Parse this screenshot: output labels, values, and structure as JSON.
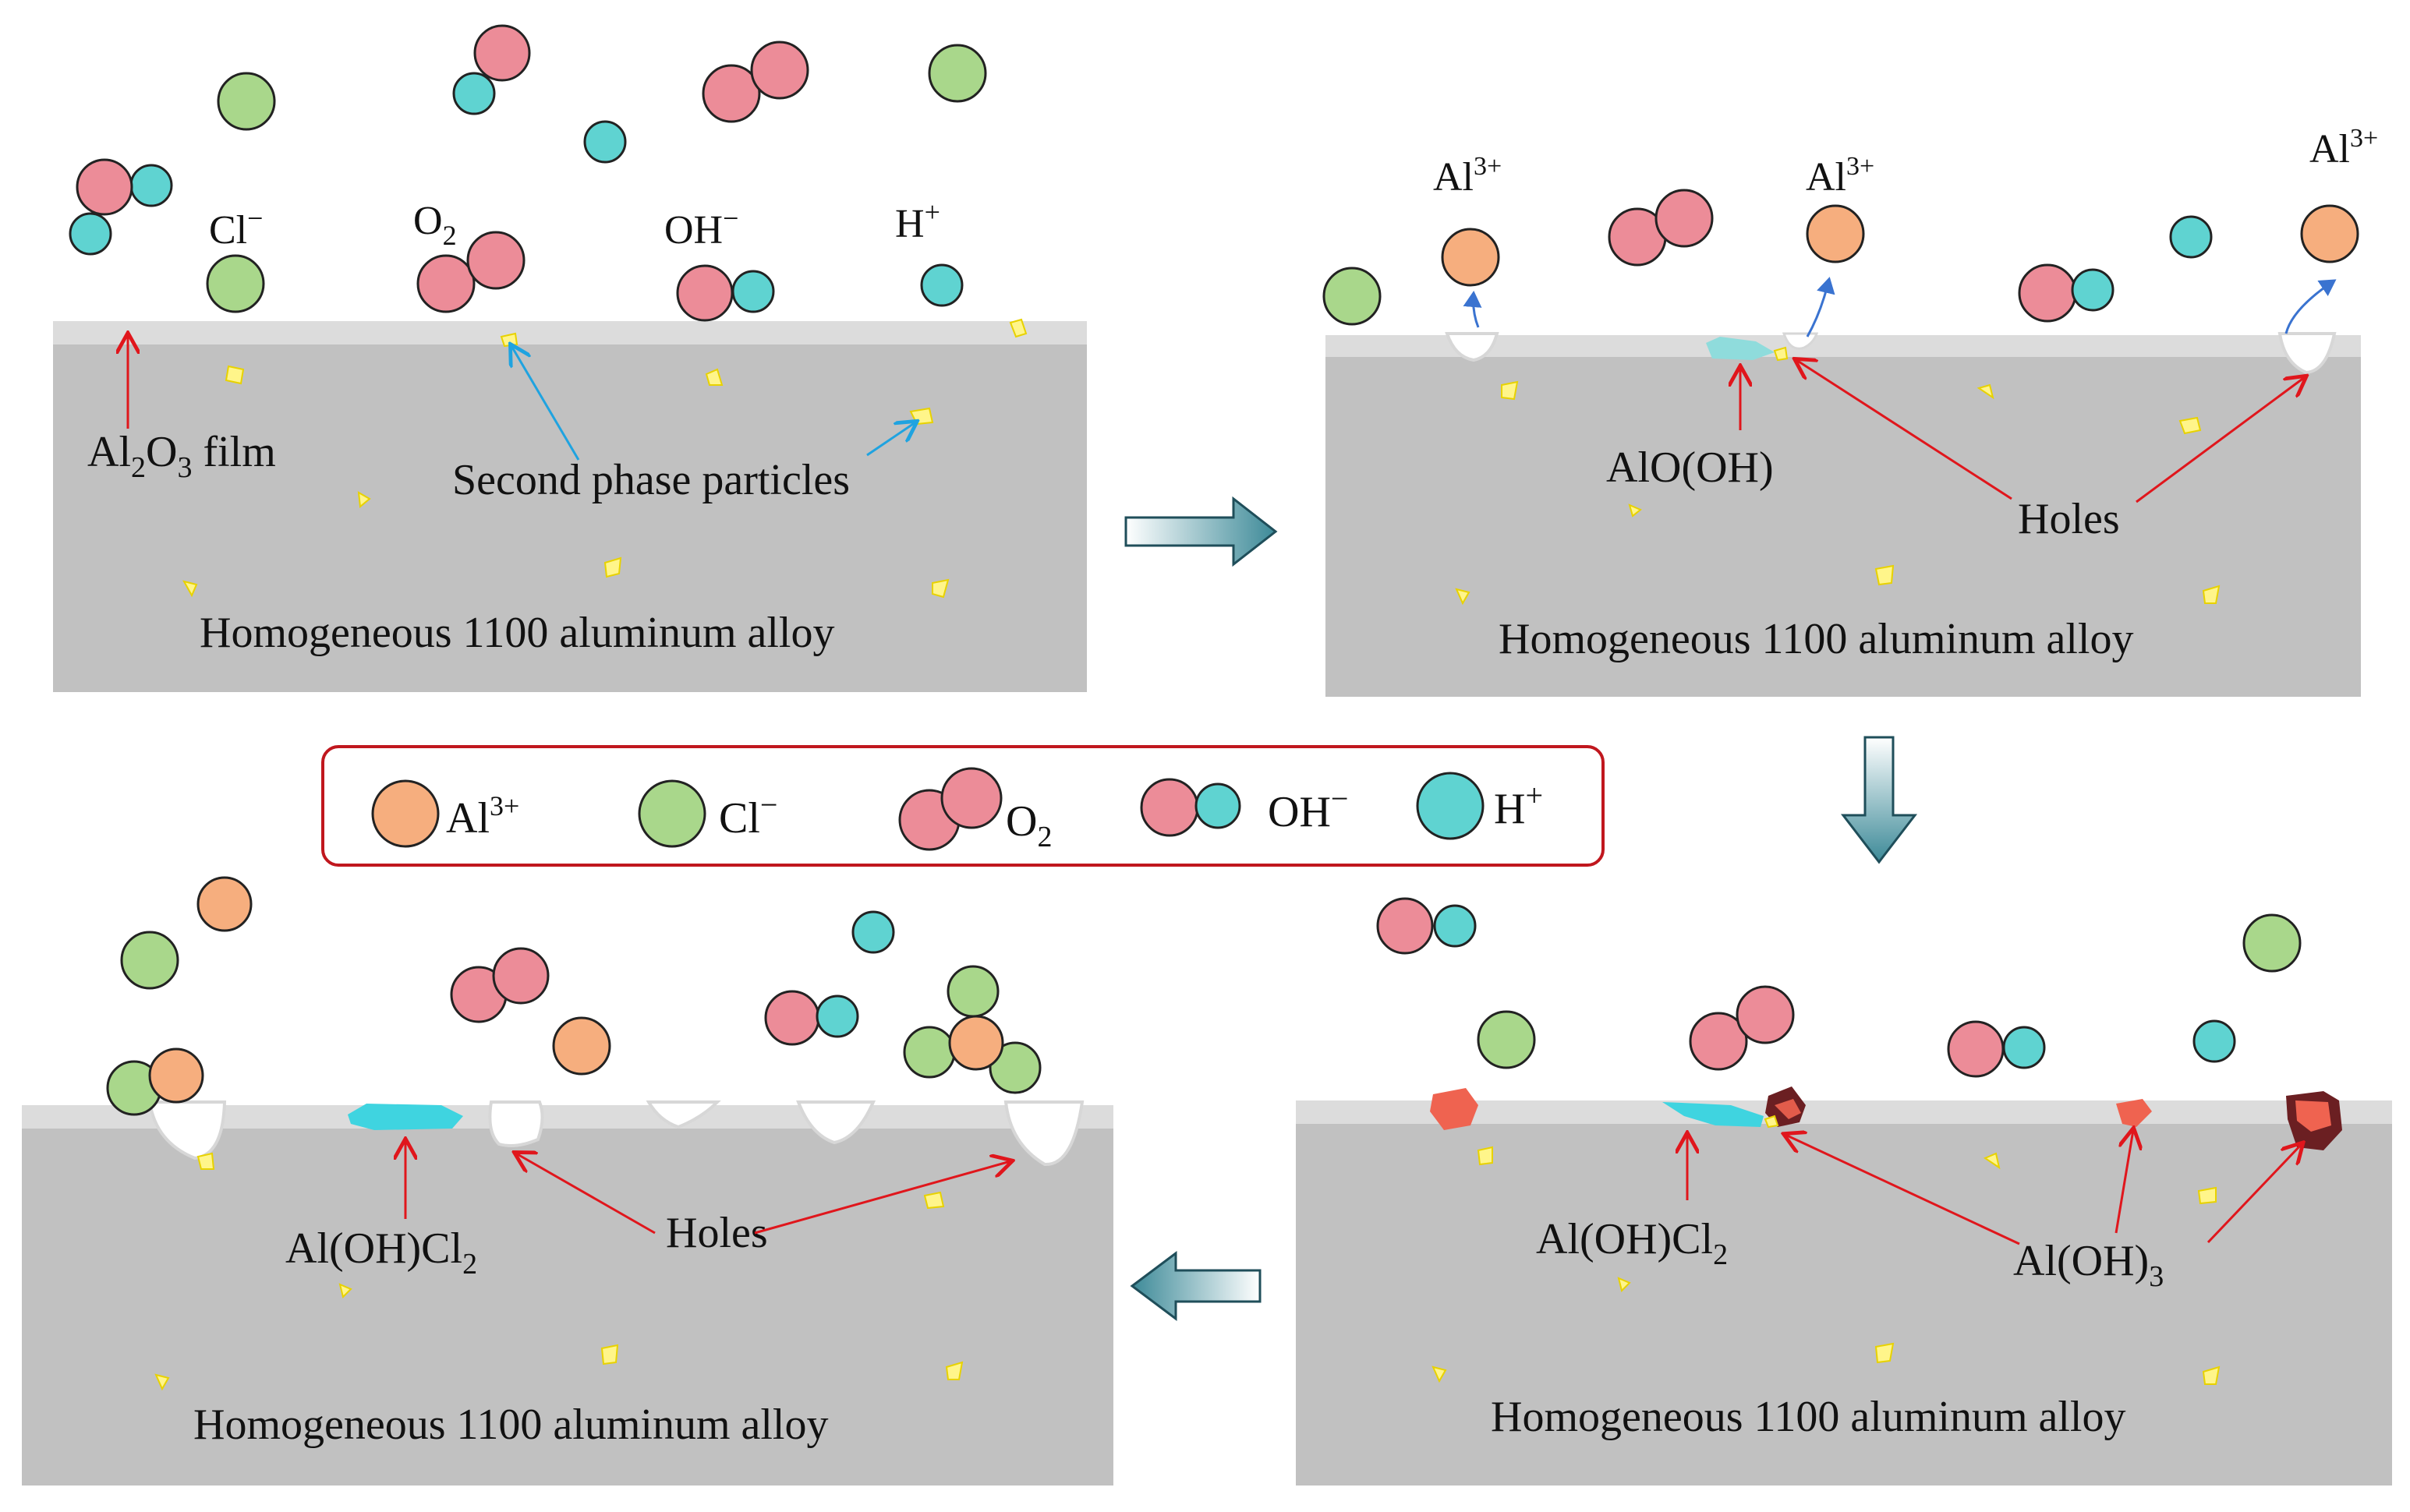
{
  "colors": {
    "al3": "#F6AE7E",
    "cl": "#A9D78B",
    "o": "#EC8C98",
    "h": "#5FD3D1",
    "alloy": "#C1C1C1",
    "film": "#DCDCDC",
    "particle": "#FFF58A",
    "alooh": "#8FDCDC",
    "aloh2cl": "#3FD4E0",
    "aloh3_light": "#EF6350",
    "aloh3_dark": "#6B1F22",
    "legend_border": "#C0171E",
    "flow_arrow_light": "#FFFFFF",
    "flow_arrow_dark": "#3D8A98",
    "red_arrow": "#E0161C",
    "blue_arrow": "#1FA3E0",
    "escape_arrow": "#3A73D0"
  },
  "legend": {
    "al3": "Al",
    "al3_sup": "3+",
    "cl": "Cl",
    "cl_sup": "−",
    "o2": "O",
    "o2_sub": "2",
    "oh": "OH",
    "oh_sup": "−",
    "h": "H",
    "h_sup": "+"
  },
  "panel1": {
    "cl": "Cl",
    "cl_sup": "−",
    "o2": "O",
    "o2_sub": "2",
    "oh": "OH",
    "oh_sup": "−",
    "h": "H",
    "h_sup": "+",
    "film_a": "Al",
    "film_sub1": "2",
    "film_b": "O",
    "film_sub2": "3",
    "film_c": " film",
    "particles": "Second phase particles",
    "alloy": "Homogeneous 1100 aluminum alloy"
  },
  "panel2": {
    "al_a": "Al",
    "al_a_sup": "3+",
    "al_b": "Al",
    "al_b_sup": "3+",
    "al_c": "Al",
    "al_c_sup": "3+",
    "alooh": "AlO(OH)",
    "holes": "Holes",
    "alloy": "Homogeneous 1100 aluminum alloy"
  },
  "panel3": {
    "aloh2cl_a": "Al(OH)Cl",
    "aloh2cl_sub": "2",
    "aloh3_a": "Al(OH)",
    "aloh3_sub": "3",
    "alloy": "Homogeneous 1100 aluminum alloy"
  },
  "panel4": {
    "aloh2cl_a": "Al(OH)Cl",
    "aloh2cl_sub": "2",
    "holes": "Holes",
    "alloy": "Homogeneous 1100 aluminum alloy"
  }
}
